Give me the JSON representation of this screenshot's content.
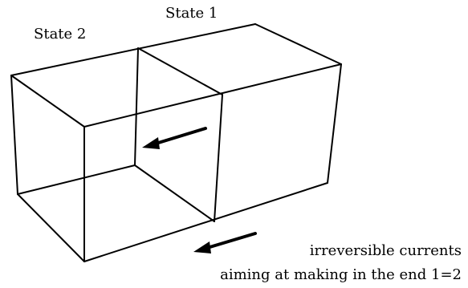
{
  "labels": {
    "state1": "State 1",
    "state2": "State 2"
  },
  "caption": {
    "line1": "irreversible currents",
    "line2": "aiming at making in the end 1=2"
  },
  "colors": {
    "stroke": "#000000",
    "background": "#ffffff"
  }
}
